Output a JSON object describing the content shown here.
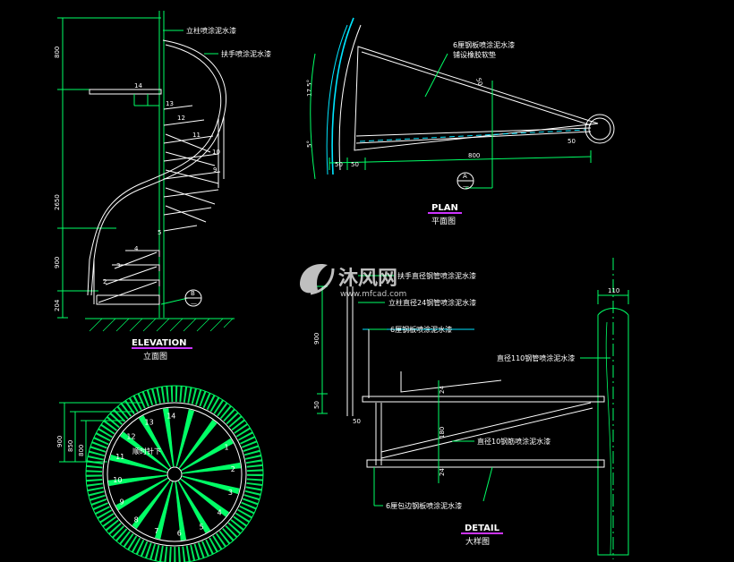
{
  "colors": {
    "background": "#000000",
    "linework": "#00ff66",
    "rail": "#00e5ff",
    "text": "#ffffff",
    "title_underline": "#cc33ff"
  },
  "elevation": {
    "title": "ELEVATION",
    "subtitle": "立面图",
    "note_post": "立柱喷涂泥水漆",
    "note_handrail": "扶手喷涂泥水漆",
    "dims": [
      "800",
      "2650",
      "900",
      "204"
    ],
    "steps": [
      "2",
      "3",
      "4",
      "5",
      "9",
      "10",
      "11",
      "12",
      "13",
      "14"
    ],
    "section_mark_letter": "B",
    "section_mark_sub": "—"
  },
  "plan": {
    "title": "PLAN",
    "subtitle": "平面图",
    "note_plate": "6厘钢板喷涂泥水漆",
    "note_plate_2": "铺设橡胶软垫",
    "dims": [
      "50",
      "50",
      "50",
      "800",
      "50",
      "17.5°",
      "5°"
    ],
    "section_mark_letter": "A",
    "section_mark_sub": "—"
  },
  "plan_view": {
    "direction_note": "顺时针下",
    "dims": [
      "900",
      "850",
      "800"
    ],
    "step_numbers": [
      "1",
      "2",
      "3",
      "4",
      "5",
      "6",
      "7",
      "8",
      "9",
      "10",
      "11",
      "12",
      "13",
      "14"
    ]
  },
  "detail": {
    "title": "DETAIL",
    "subtitle": "大样图",
    "note_handrail_pipe": "扶手直径钢管喷涂泥水漆",
    "note_post_pipe": "立柱直径24钢管喷涂泥水漆",
    "note_plate": "6厘钢板喷涂泥水漆",
    "note_column": "直径110钢管喷涂泥水漆",
    "note_rebar": "直径10钢筋喷涂泥水漆",
    "note_edge_plate": "6厘包边钢板喷涂泥水漆",
    "dims": [
      "110",
      "900",
      "50",
      "50",
      "24",
      "180",
      "24"
    ]
  },
  "watermark": {
    "brand": "沐风网",
    "url": "www.mfcad.com"
  }
}
